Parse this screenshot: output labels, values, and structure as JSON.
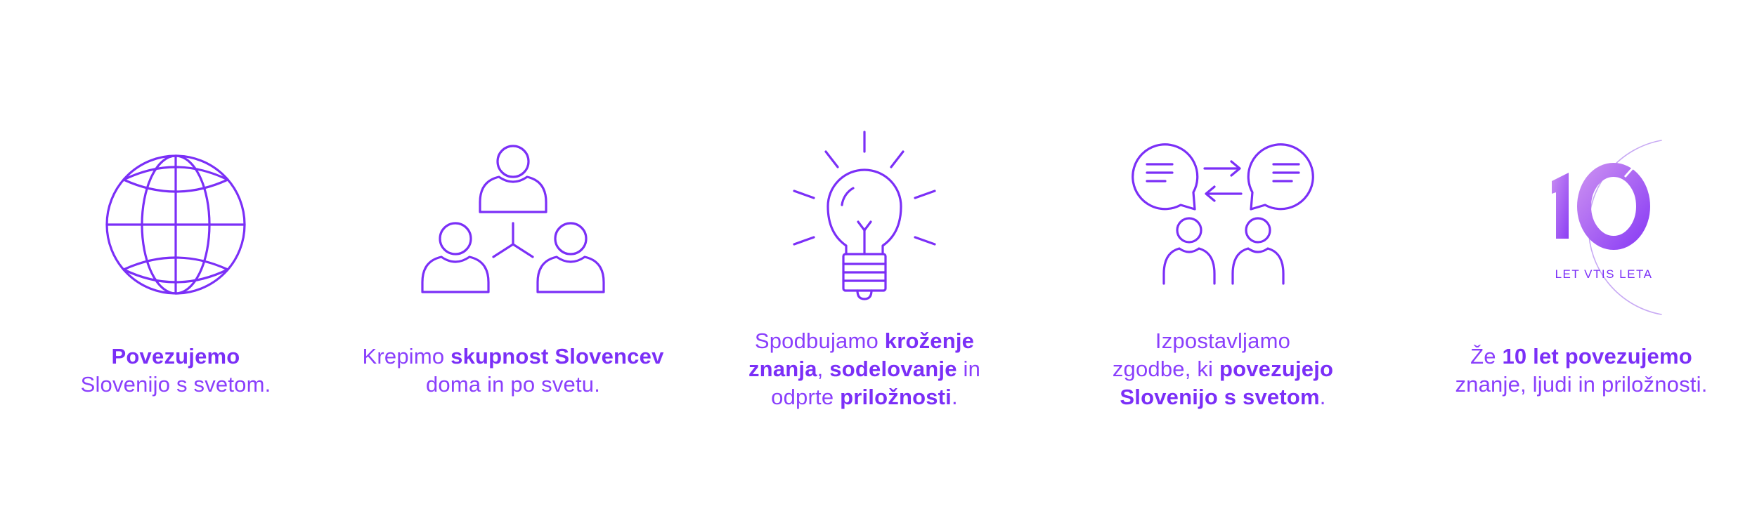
{
  "colors": {
    "accent": "#7b2ff7",
    "text": "#8a3ffc",
    "gradient_start": "#c07cf0",
    "gradient_end": "#8c3ff4"
  },
  "features": [
    {
      "icon": "globe-icon",
      "caption_lines": [
        [
          {
            "text": "Povezujemo",
            "bold": true
          }
        ],
        [
          {
            "text": "Slovenijo s svetom.",
            "bold": false
          }
        ]
      ]
    },
    {
      "icon": "community-network-icon",
      "caption_lines": [
        [
          {
            "text": "Krepimo ",
            "bold": false
          },
          {
            "text": "skupnost Slovencev",
            "bold": true
          }
        ],
        [
          {
            "text": "doma in po svetu.",
            "bold": false
          }
        ]
      ]
    },
    {
      "icon": "lightbulb-icon",
      "caption_lines": [
        [
          {
            "text": "Spodbujamo ",
            "bold": false
          },
          {
            "text": "kroženje",
            "bold": true
          }
        ],
        [
          {
            "text": "znanja",
            "bold": true
          },
          {
            "text": ", ",
            "bold": false
          },
          {
            "text": "sodelovanje",
            "bold": true
          },
          {
            "text": " in",
            "bold": false
          }
        ],
        [
          {
            "text": "odprte ",
            "bold": false
          },
          {
            "text": "priložnosti",
            "bold": true
          },
          {
            "text": ".",
            "bold": false
          }
        ]
      ]
    },
    {
      "icon": "conversation-exchange-icon",
      "caption_lines": [
        [
          {
            "text": "Izpostavljamo",
            "bold": false
          }
        ],
        [
          {
            "text": "zgodbe, ki ",
            "bold": false
          },
          {
            "text": "povezujejo",
            "bold": true
          }
        ],
        [
          {
            "text": "Slovenijo s svetom",
            "bold": true
          },
          {
            "text": ".",
            "bold": false
          }
        ]
      ]
    },
    {
      "icon": "ten-years-badge-icon",
      "badge": {
        "number": "10",
        "label": "LET VTIS LETA"
      },
      "caption_lines": [
        [
          {
            "text": "Že ",
            "bold": false
          },
          {
            "text": "10 let povezujemo",
            "bold": true
          }
        ],
        [
          {
            "text": "znanje, ljudi in priložnosti.",
            "bold": false
          }
        ]
      ]
    }
  ]
}
